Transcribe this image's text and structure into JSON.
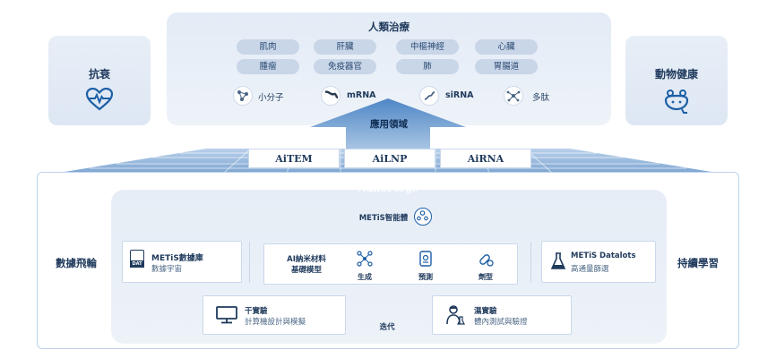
{
  "left_panel": {
    "title": "抗衰",
    "icon": "heart-pulse-icon"
  },
  "right_panel": {
    "title": "動物健康",
    "icon": "pet-paw-icon"
  },
  "top": {
    "title": "人類治療",
    "pills": [
      "肌肉",
      "肝臟",
      "中樞神經",
      "心臟",
      "腫瘤",
      "免疫器官",
      "肺",
      "胃腸道"
    ],
    "modalities": [
      "小分子",
      "mRNA",
      "siRNA",
      "多肽"
    ]
  },
  "arrow_label": "應用領域",
  "platforms": [
    "AiTEM",
    "AiLNP",
    "AiRNA"
  ],
  "nanoforge": "NanoForge",
  "metis_center": "METiS智能體",
  "left_side_label": "數據飛輪",
  "right_side_label": "持續學習",
  "db_box": {
    "title": "METiS數據庫",
    "subtitle": "數據宇宙",
    "badge": "DAT"
  },
  "ai_box": {
    "title_line1": "AI納米材料",
    "title_line2": "基礎模型",
    "items": [
      "生成",
      "預測",
      "劑型"
    ]
  },
  "datalots_box": {
    "title": "METiS Datalots",
    "subtitle": "高通量篩選"
  },
  "dry_box": {
    "title": "干實驗",
    "subtitle": "計算機設計與模擬"
  },
  "wet_box": {
    "title": "濕實驗",
    "subtitle": "體內測試與驗證"
  },
  "iterate_label": "迭代",
  "colors": {
    "navy": "#1f3a5c",
    "nanoforge": "#1e4680",
    "arrow": "#1d5fa6",
    "pill": "#c9d6e8"
  }
}
